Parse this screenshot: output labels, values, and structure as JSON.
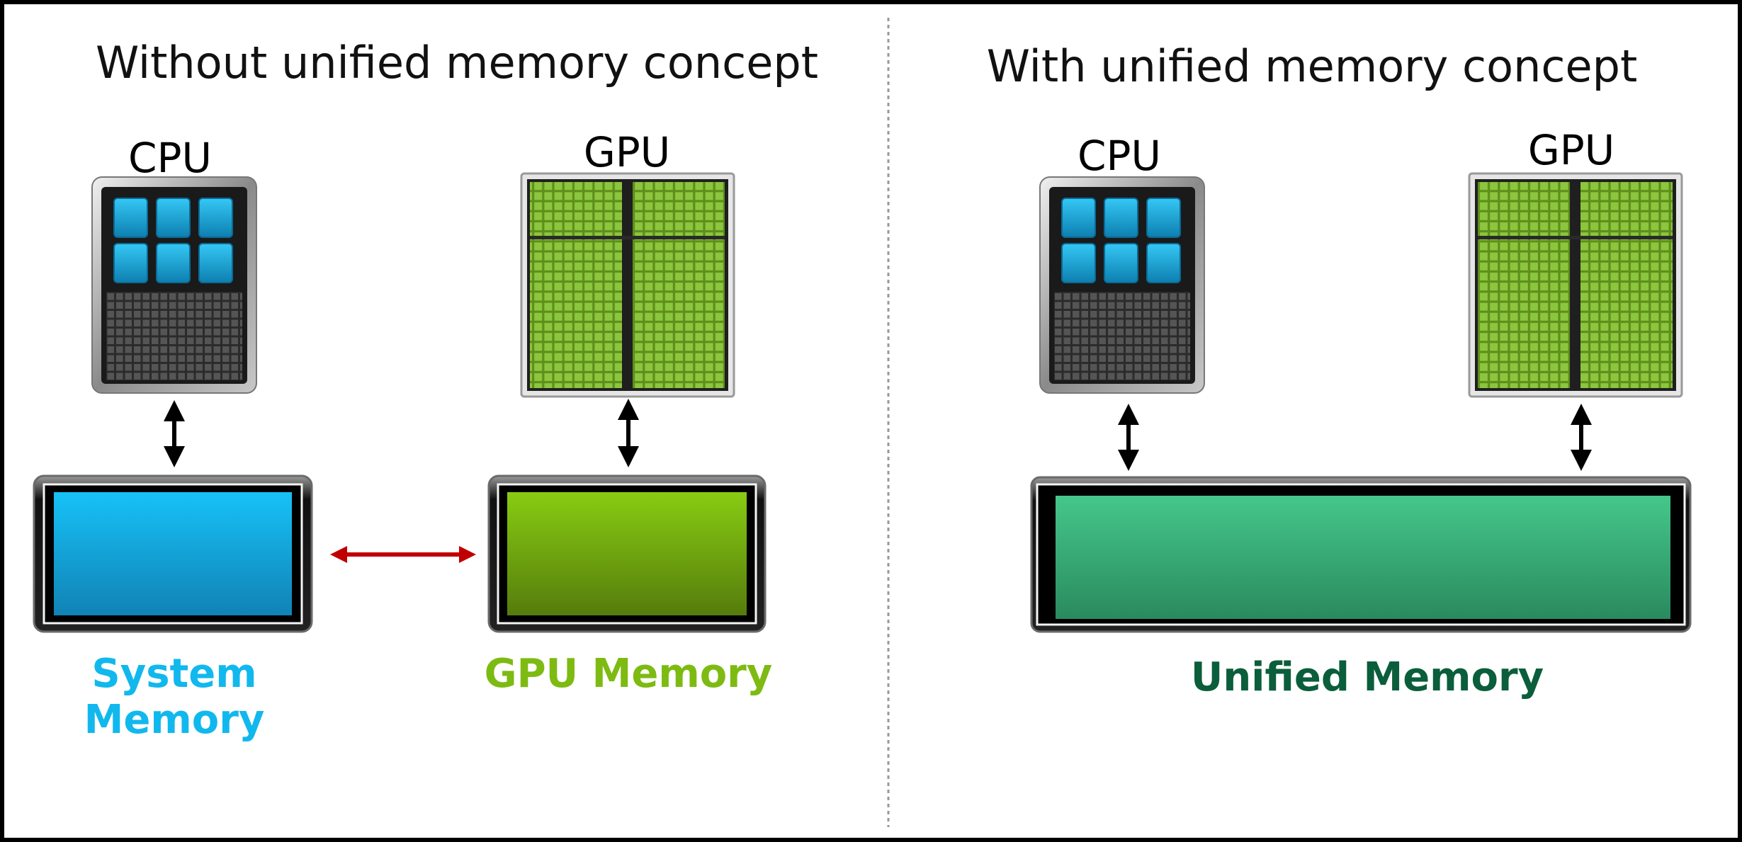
{
  "left_panel": {
    "title": "Without unified memory concept",
    "cpu_label": "CPU",
    "gpu_label": "GPU",
    "system_memory_label_line1": "System",
    "system_memory_label_line2": "Memory",
    "gpu_memory_label": "GPU Memory"
  },
  "right_panel": {
    "title": "With unified memory concept",
    "cpu_label": "CPU",
    "gpu_label": "GPU",
    "unified_memory_label": "Unified Memory"
  },
  "colors": {
    "system_memory": "#11b8ee",
    "gpu_memory": "#7dbb12",
    "unified_memory": "#0b5e3b",
    "unified_fill": "#3fc184",
    "copy_arrow": "#c00000",
    "cpu_core": "#18a9e0",
    "gpu_core": "#8bc53f"
  }
}
